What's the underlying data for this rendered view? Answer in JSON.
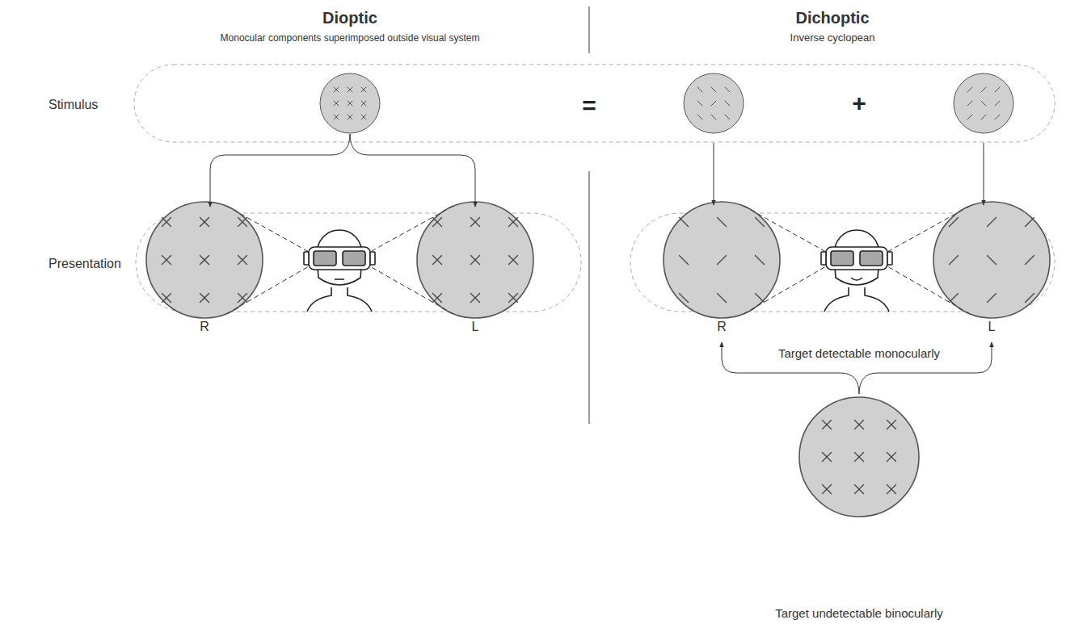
{
  "diagram": {
    "labels": [
      "Dioptic",
      "Monocular components superimposed outside visual system",
      "Dichoptic",
      "Inverse cyclopean",
      "Stimulus",
      "Presentation",
      "=",
      "+",
      "R",
      "L",
      "R",
      "L",
      "Target detectable monocularly",
      "Target undetectable binocularly"
    ]
  }
}
